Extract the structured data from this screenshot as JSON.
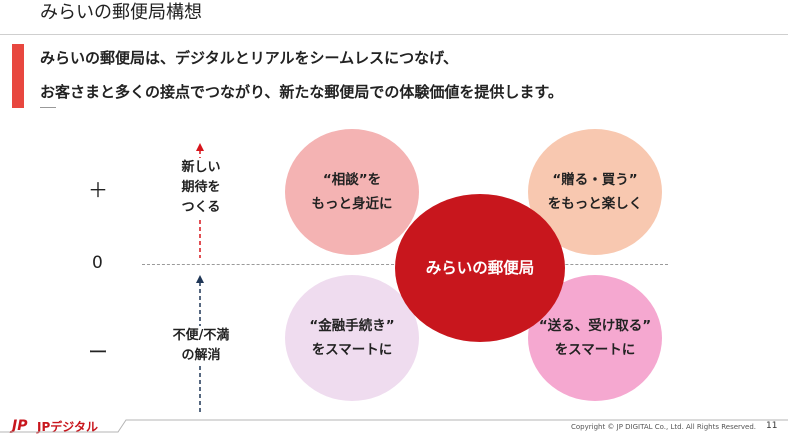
{
  "header": {
    "title": "みらいの郵便局構想"
  },
  "lead": {
    "line1": "みらいの郵便局は、デジタルとリアルをシームレスにつなげ、",
    "line2": "お客さまと多くの接点でつながり、新たな郵便局での体験価値を提供します。"
  },
  "diagram": {
    "levels": {
      "plus": "＋",
      "zero": "0",
      "minus": "ー"
    },
    "upper_axis_label": "新しい\n期待を\nつくる",
    "lower_axis_label": "不便/不満\nの解消",
    "center": "みらいの郵便局",
    "quadrants": {
      "top_left": "“相談”を\nもっと身近に",
      "top_right": "“贈る・買う”\nをもっと楽しく",
      "bottom_left": "“金融手続き”\nをスマートに",
      "bottom_right": "“送る、受け取る”\nをスマートに"
    },
    "colors": {
      "top_left": "#f4b3b3",
      "top_right": "#f8c8b0",
      "bottom_left": "#efdcef",
      "bottom_right": "#f5a8d0",
      "center": "#c8161d",
      "upper_arrow": "#d7151c",
      "lower_arrow": "#1f3656"
    }
  },
  "footer": {
    "logo_mark": "JP",
    "brand": "JPデジタル",
    "copyright": "Copyright © JP DIGITAL Co., Ltd. All Rights Reserved.",
    "page_number": "11"
  }
}
